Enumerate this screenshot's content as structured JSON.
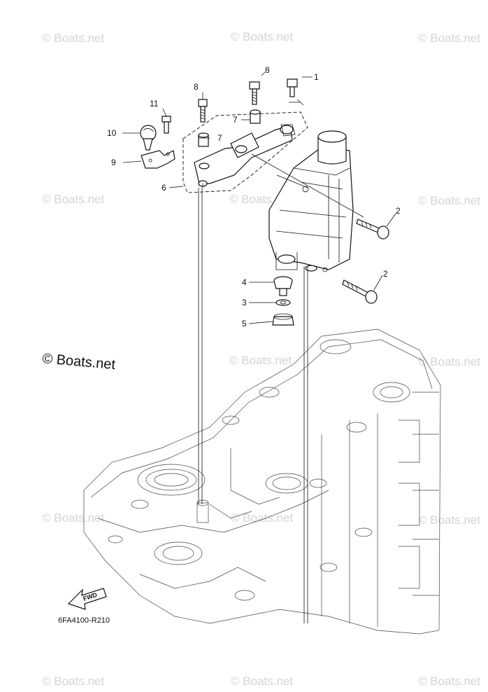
{
  "watermark": "© Boats.net",
  "main_watermark": "© Boats.net",
  "diagram_code": "6FA4100-R210",
  "fwd_label": "FWD",
  "callouts": [
    {
      "id": "c1",
      "label": "1"
    },
    {
      "id": "c2a",
      "label": "2"
    },
    {
      "id": "c2b",
      "label": "2"
    },
    {
      "id": "c3",
      "label": "3"
    },
    {
      "id": "c4",
      "label": "4"
    },
    {
      "id": "c5",
      "label": "5"
    },
    {
      "id": "c6",
      "label": "6"
    },
    {
      "id": "c7a",
      "label": "7"
    },
    {
      "id": "c7b",
      "label": "7"
    },
    {
      "id": "c8a",
      "label": "8"
    },
    {
      "id": "c8b",
      "label": "8"
    },
    {
      "id": "c9",
      "label": "9"
    },
    {
      "id": "c10",
      "label": "10"
    },
    {
      "id": "c11",
      "label": "11"
    }
  ]
}
